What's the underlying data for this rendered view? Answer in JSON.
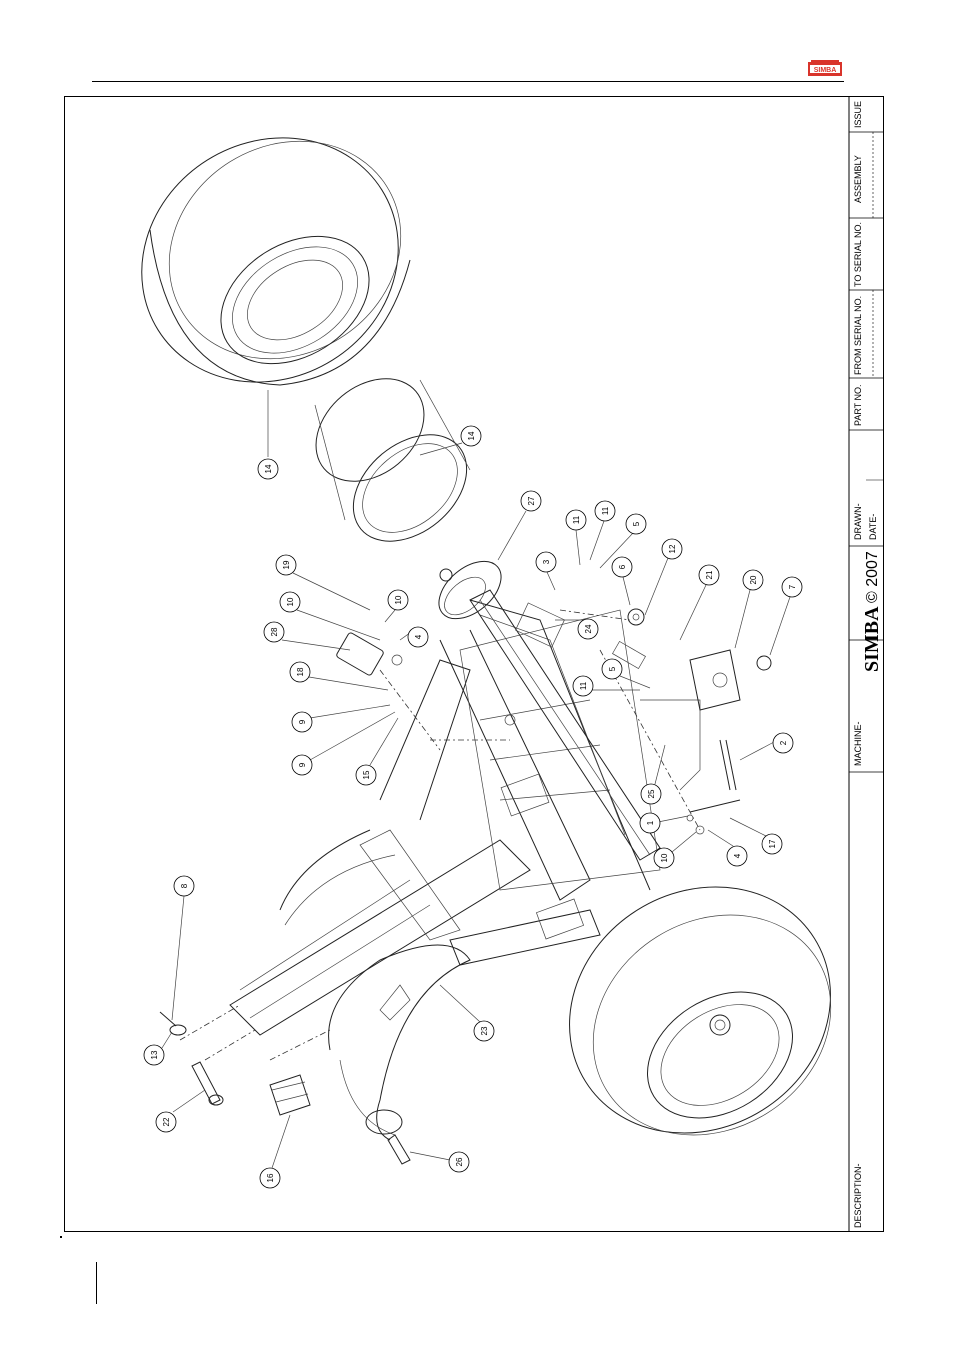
{
  "brand": {
    "logo_text": "SIMBA",
    "accent": "#d9342b"
  },
  "title_block": {
    "description_label": "DESCRIPTION-",
    "machine_label": "MACHINE-",
    "logo_text": "SIMBA",
    "copyright": "© 2007",
    "drawn_label": "DRAWN-",
    "date_label": "DATE-",
    "part_no_label": "PART NO.",
    "from_serial_label": "FROM SERIAL NO.",
    "to_serial_label": "TO SERIAL NO.",
    "assembly_label": "ASSEMBLY",
    "issue_label": "ISSUE"
  },
  "callouts": [
    {
      "id": "c1",
      "label": "14"
    },
    {
      "id": "c2",
      "label": "14"
    },
    {
      "id": "c3",
      "label": "27"
    },
    {
      "id": "c4",
      "label": "11"
    },
    {
      "id": "c5",
      "label": "11"
    },
    {
      "id": "c6",
      "label": "5"
    },
    {
      "id": "c7",
      "label": "3"
    },
    {
      "id": "c8",
      "label": "12"
    },
    {
      "id": "c9",
      "label": "6"
    },
    {
      "id": "c10",
      "label": "21"
    },
    {
      "id": "c11",
      "label": "20"
    },
    {
      "id": "c12",
      "label": "7"
    },
    {
      "id": "c13",
      "label": "19"
    },
    {
      "id": "c14",
      "label": "10"
    },
    {
      "id": "c15",
      "label": "10"
    },
    {
      "id": "c16",
      "label": "28"
    },
    {
      "id": "c17",
      "label": "4"
    },
    {
      "id": "c18",
      "label": "24"
    },
    {
      "id": "c19",
      "label": "18"
    },
    {
      "id": "c20",
      "label": "9"
    },
    {
      "id": "c21",
      "label": "9"
    },
    {
      "id": "c22",
      "label": "15"
    },
    {
      "id": "c23",
      "label": "5"
    },
    {
      "id": "c24",
      "label": "11"
    },
    {
      "id": "c25",
      "label": "2"
    },
    {
      "id": "c26",
      "label": "25"
    },
    {
      "id": "c27",
      "label": "1"
    },
    {
      "id": "c28",
      "label": "10"
    },
    {
      "id": "c29",
      "label": "4"
    },
    {
      "id": "c30",
      "label": "17"
    },
    {
      "id": "c31",
      "label": "8"
    },
    {
      "id": "c32",
      "label": "13"
    },
    {
      "id": "c33",
      "label": "22"
    },
    {
      "id": "c34",
      "label": "16"
    },
    {
      "id": "c35",
      "label": "23"
    },
    {
      "id": "c36",
      "label": "26"
    }
  ]
}
